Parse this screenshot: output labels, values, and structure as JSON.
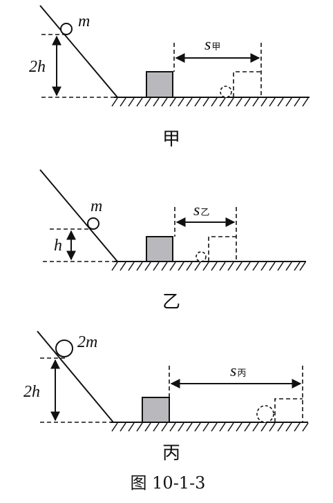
{
  "panels": [
    {
      "caption": "甲",
      "mass_label": "m",
      "height_label": "2h",
      "s_symbol": "s",
      "s_subscript": "甲"
    },
    {
      "caption": "乙",
      "mass_label": "m",
      "height_label": "h",
      "s_symbol": "s",
      "s_subscript": "乙"
    },
    {
      "caption": "丙",
      "mass_label": "2m",
      "height_label": "2h",
      "s_symbol": "s",
      "s_subscript": "丙"
    }
  ],
  "figure_caption": "图 10-1-3",
  "colors": {
    "ink": "#111111",
    "block_fill": "#b9b9bd"
  }
}
